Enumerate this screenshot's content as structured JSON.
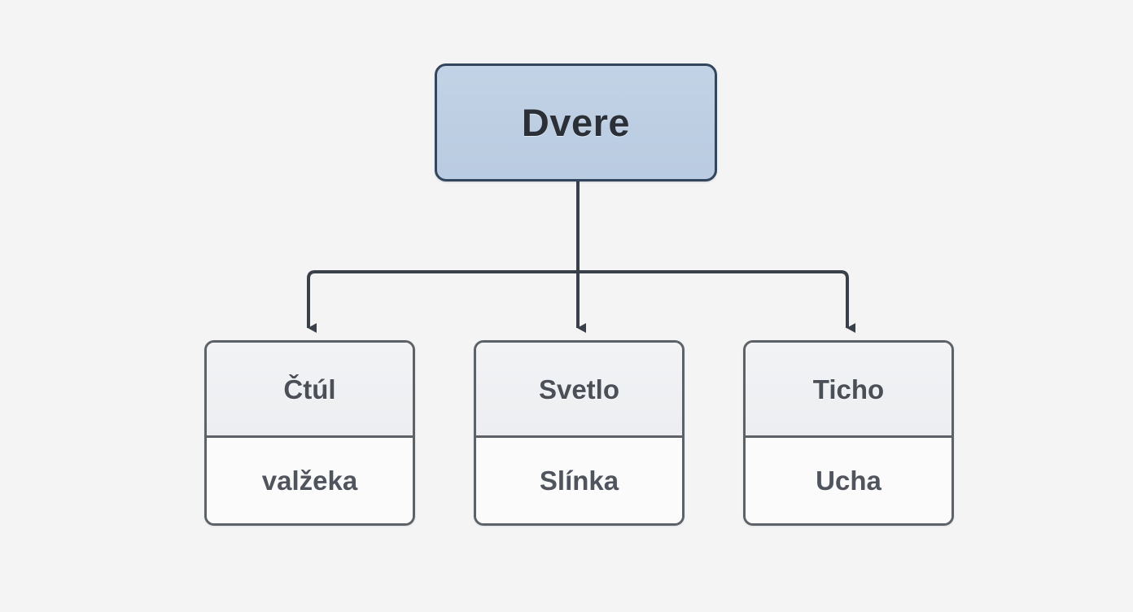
{
  "diagram": {
    "type": "tree",
    "background_color": "#f4f4f5",
    "root": {
      "label": "Dvere",
      "fill_color": "#bdcee3",
      "border_color": "#33465e",
      "text_color": "#2b3038"
    },
    "children": [
      {
        "header": "Čtúl",
        "body": "valžeka",
        "header_fill": "#eef0f2",
        "body_fill": "#fbfbfc",
        "border_color": "#5d6269"
      },
      {
        "header": "Svetlo",
        "body": "Slínka",
        "header_fill": "#eef0f2",
        "body_fill": "#fbfbfc",
        "border_color": "#5d6269"
      },
      {
        "header": "Ticho",
        "body": "Ucha",
        "header_fill": "#eef0f2",
        "body_fill": "#fbfbfc",
        "border_color": "#5d6269"
      }
    ],
    "connector": {
      "color": "#3a4049",
      "style": "orthogonal-elbow",
      "arrowheads": 3,
      "stroke_width": 4
    }
  }
}
